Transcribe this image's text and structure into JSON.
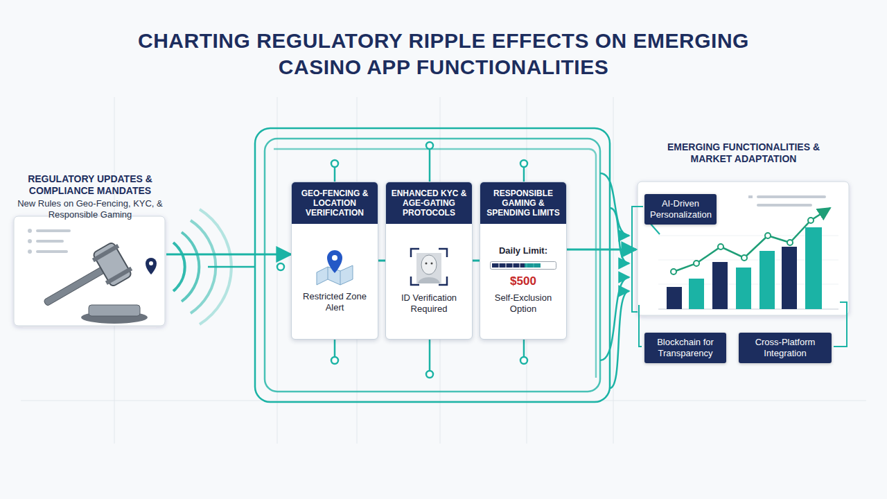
{
  "diagram": {
    "title": "CHARTING REGULATORY RIPPLE EFFECTS ON EMERGING CASINO APP FUNCTIONALITIES",
    "nodes": [
      {
        "text": [
          "REGULATORY UPDATES & COMPLIANCE MANDATES",
          "New Rules on Geo-Fencing, KYC, & Responsible Gaming"
        ]
      },
      {
        "text": [
          "GEO-FENCING & LOCATION VERIFICATION",
          "Restricted Zone Alert"
        ]
      },
      {
        "text": [
          "ENHANCED KYC & AGE-GATING PROTOCOLS",
          "ID Verification Required"
        ]
      },
      {
        "text": [
          "RESPONSIBLE GAMING & SPENDING LIMITS",
          "Daily Limit:",
          "$500",
          "Self-Exclusion Option"
        ]
      },
      {
        "text": [
          "EMERGING FUNCTIONALITIES & MARKET ADAPTATION"
        ]
      },
      {
        "text": [
          "AI-Driven Personalization"
        ]
      },
      {
        "text": [
          "Blockchain for Transparency"
        ]
      },
      {
        "text": [
          "Cross-Platform Integration"
        ]
      }
    ],
    "edges": [
      {
        "from": 0,
        "to": 1,
        "arrow": "to"
      },
      {
        "from": 1,
        "to": 2,
        "arrow": "none"
      },
      {
        "from": 2,
        "to": 3,
        "arrow": "none"
      },
      {
        "from": 3,
        "to": 4,
        "arrow": "to"
      }
    ]
  }
}
